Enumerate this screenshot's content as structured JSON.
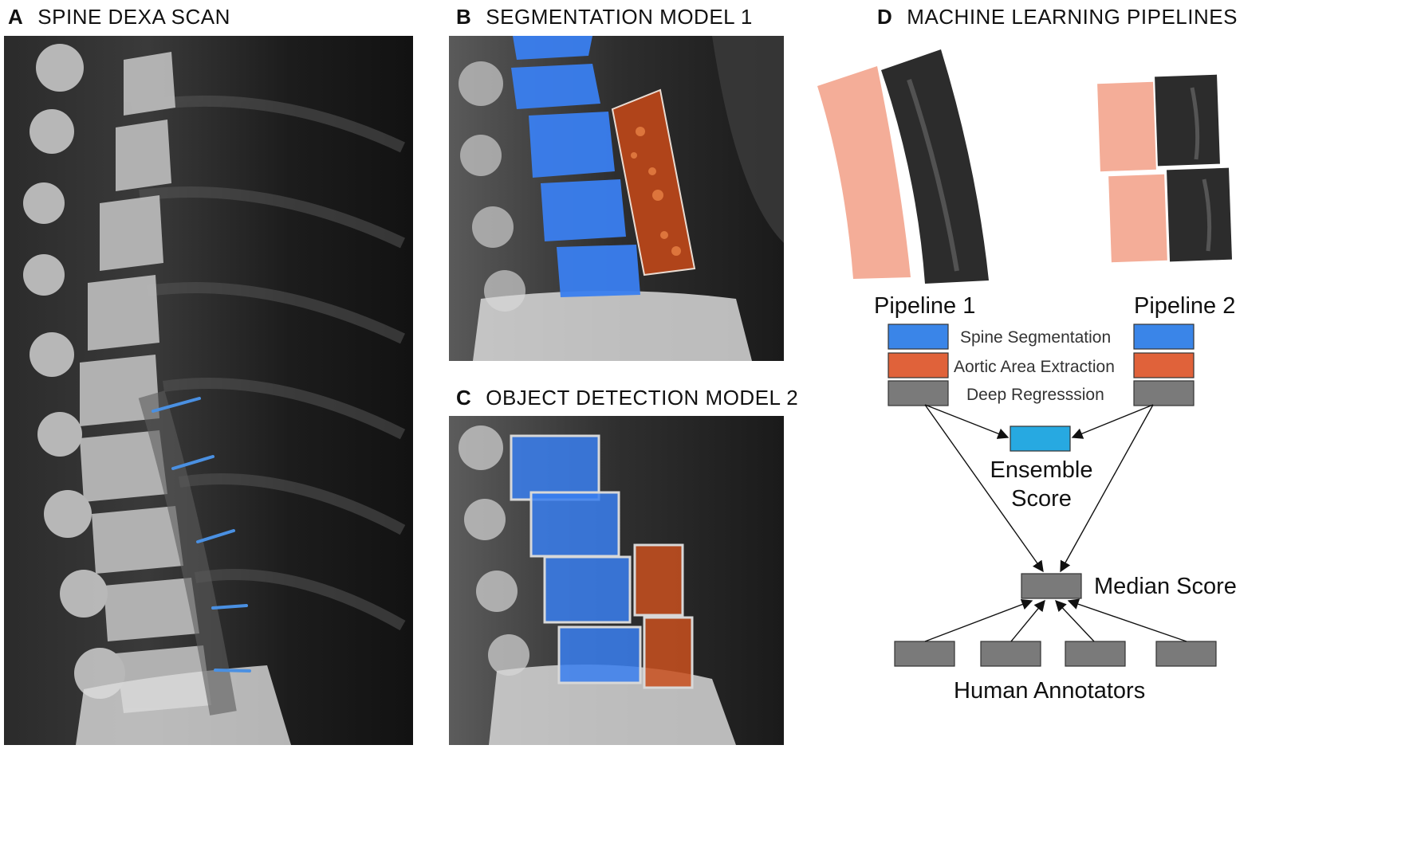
{
  "panels": {
    "a": {
      "letter": "A",
      "title": "SPINE DEXA SCAN"
    },
    "b": {
      "letter": "B",
      "title": "SEGMENTATION MODEL 1"
    },
    "c": {
      "letter": "C",
      "title": "OBJECT DETECTION MODEL 2"
    },
    "d": {
      "letter": "D",
      "title": "MACHINE LEARNING PIPELINES"
    }
  },
  "pipeline": {
    "pipeline1_label": "Pipeline 1",
    "pipeline2_label": "Pipeline 2",
    "stages": [
      {
        "label": "Spine Segmentation",
        "color": "#3a85e8"
      },
      {
        "label": "Aortic Area Extraction",
        "color": "#e0623a"
      },
      {
        "label": "Deep Regresssion",
        "color": "#7a7a7a"
      }
    ],
    "ensemble_label": "Ensemble\nScore",
    "ensemble_color": "#27a9e1",
    "median_label": "Median Score",
    "annotators_label": "Human Annotators",
    "annotator_color": "#7a7a7a",
    "crop_color": "#f4ad98"
  },
  "colors": {
    "spine_blue": "#3a7ff0",
    "aorta_orange": "#c9501f",
    "marker_blue": "#4a90e2"
  }
}
